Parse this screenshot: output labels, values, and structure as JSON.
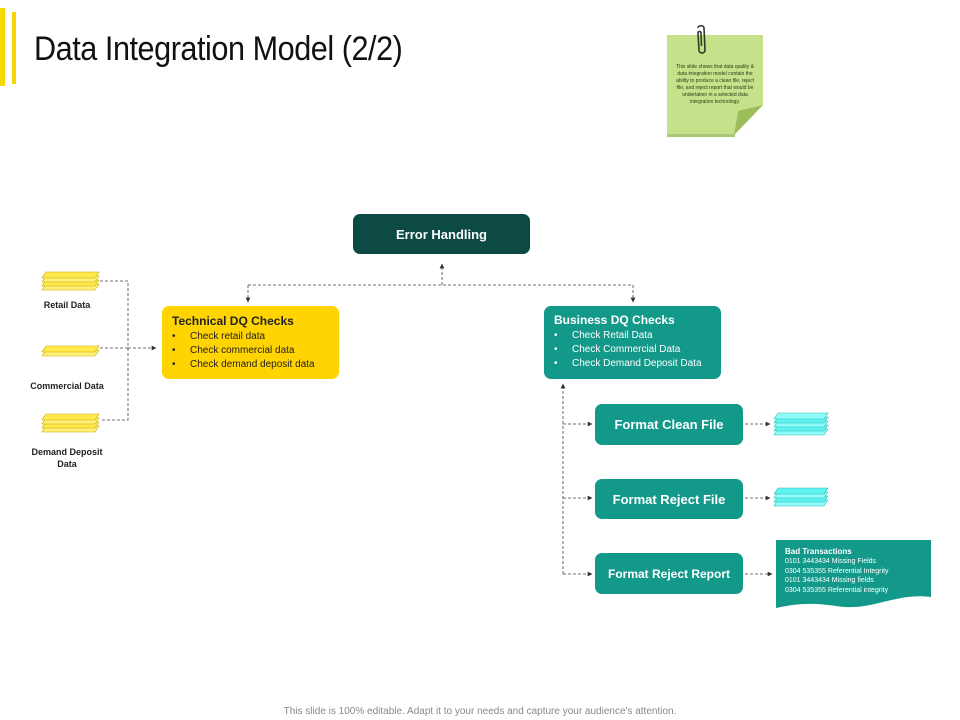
{
  "title": "Data Integration Model (2/2)",
  "note": {
    "text": "This slide shows that data quality & data integration model contain the ability to produce a clean file, reject file, and reject report that would be undertaken in a selected data integration technology."
  },
  "sources": [
    {
      "label": "Retail Data"
    },
    {
      "label": "Commercial Data"
    },
    {
      "label": "Demand Deposit Data"
    }
  ],
  "error_handling": {
    "label": "Error Handling"
  },
  "technical": {
    "title": "Technical DQ Checks",
    "items": [
      "Check retail data",
      "Check commercial  data",
      "Check demand deposit data"
    ]
  },
  "business": {
    "title": "Business DQ Checks",
    "items": [
      "Check Retail Data",
      "Check Commercial Data",
      "Check Demand Deposit Data"
    ]
  },
  "outputs": {
    "clean": "Format Clean File",
    "reject": "Format Reject File",
    "report": "Format Reject Report"
  },
  "bad_transactions": {
    "title": "Bad Transactions",
    "lines": [
      "0101 3443434 Missing Fields",
      "0304 535355 Referential Integrity",
      "0101 3443434 Missing fields",
      "0304 535355 Referential integrity"
    ]
  },
  "footer": "This slide is 100% editable. Adapt it to your needs and capture your audience's attention.",
  "colors": {
    "accent_yellow": "#ffd400",
    "dark_teal": "#0c4a43",
    "teal": "#13998a",
    "note_green": "#c5e28a",
    "cyan_stack": "#5ff2ef"
  }
}
